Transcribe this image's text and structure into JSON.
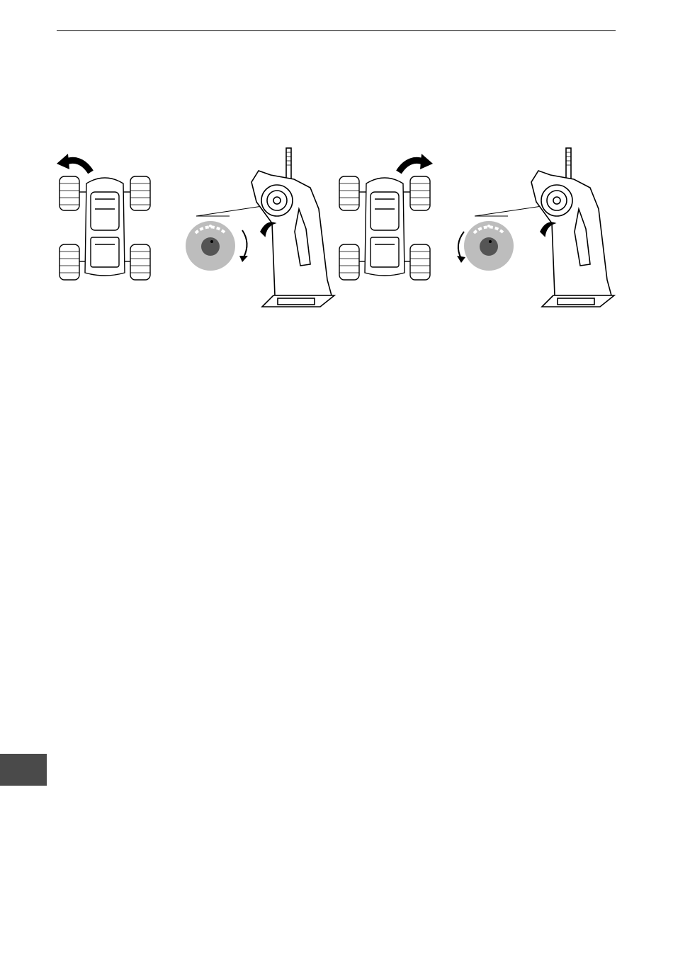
{
  "figure": {
    "left_panel": {
      "steer_direction": "left",
      "knob_rotation": "clockwise"
    },
    "right_panel": {
      "steer_direction": "right",
      "knob_rotation": "counter-clockwise"
    }
  },
  "colors": {
    "ink": "#000000",
    "knob_outer": "#bdbdbd",
    "knob_inner": "#555555",
    "side_tab": "#4a4a4a"
  }
}
